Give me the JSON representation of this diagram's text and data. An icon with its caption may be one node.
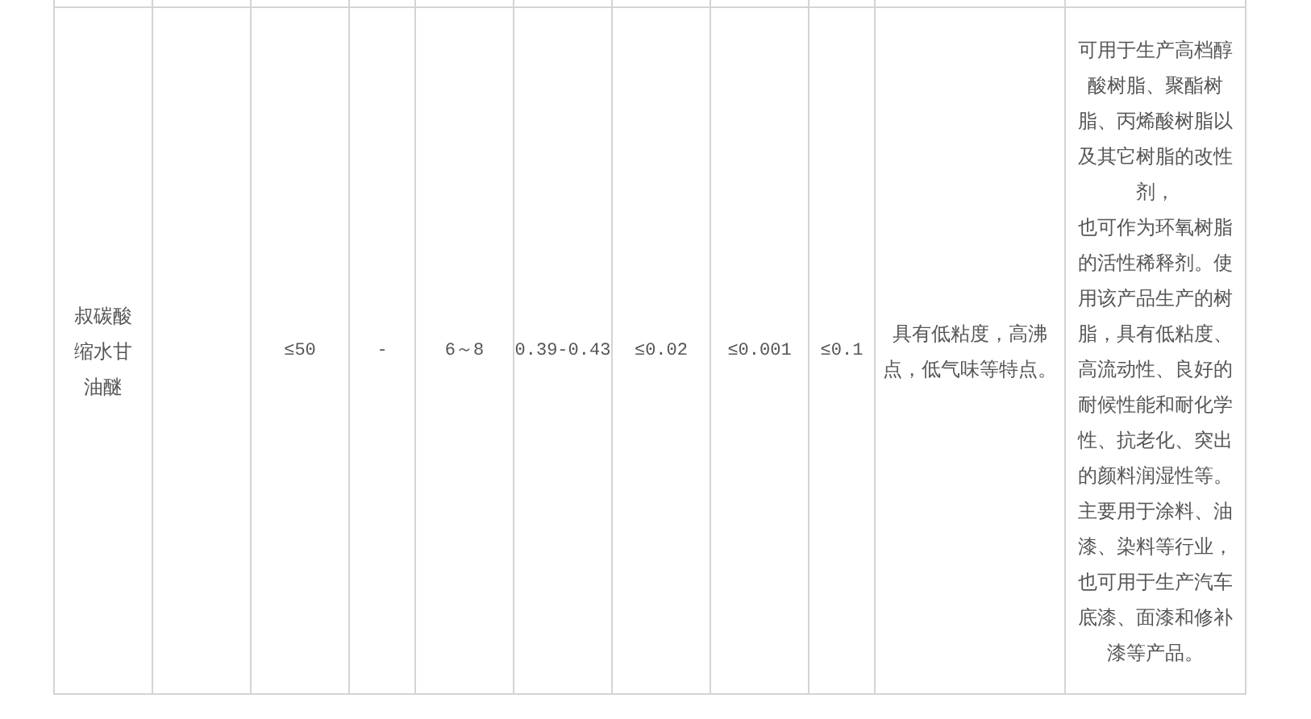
{
  "diagram": {
    "labels": [
      "叔碳酸缩水甘油醚",
      "≤50",
      "-",
      "6～8",
      "0.39-0.43",
      "≤0.02",
      "≤0.001",
      "≤0.1",
      "具有低粘度，高沸点，低气味等特点。",
      "可用于生产高档醇酸树脂、聚酯树脂、丙烯酸树脂以及其它树脂的改性剂，",
      "也可作为环氧树脂的活性稀释剂。使用该产品生产的树脂，具有低粘度、高流动性、良好的耐候性能和耐化学性、抗老化、突出的颜料润湿性等。",
      "主要用于涂料、油漆、染料等行业，也可用于生产汽车底漆、面漆和修补漆等产品。"
    ]
  }
}
